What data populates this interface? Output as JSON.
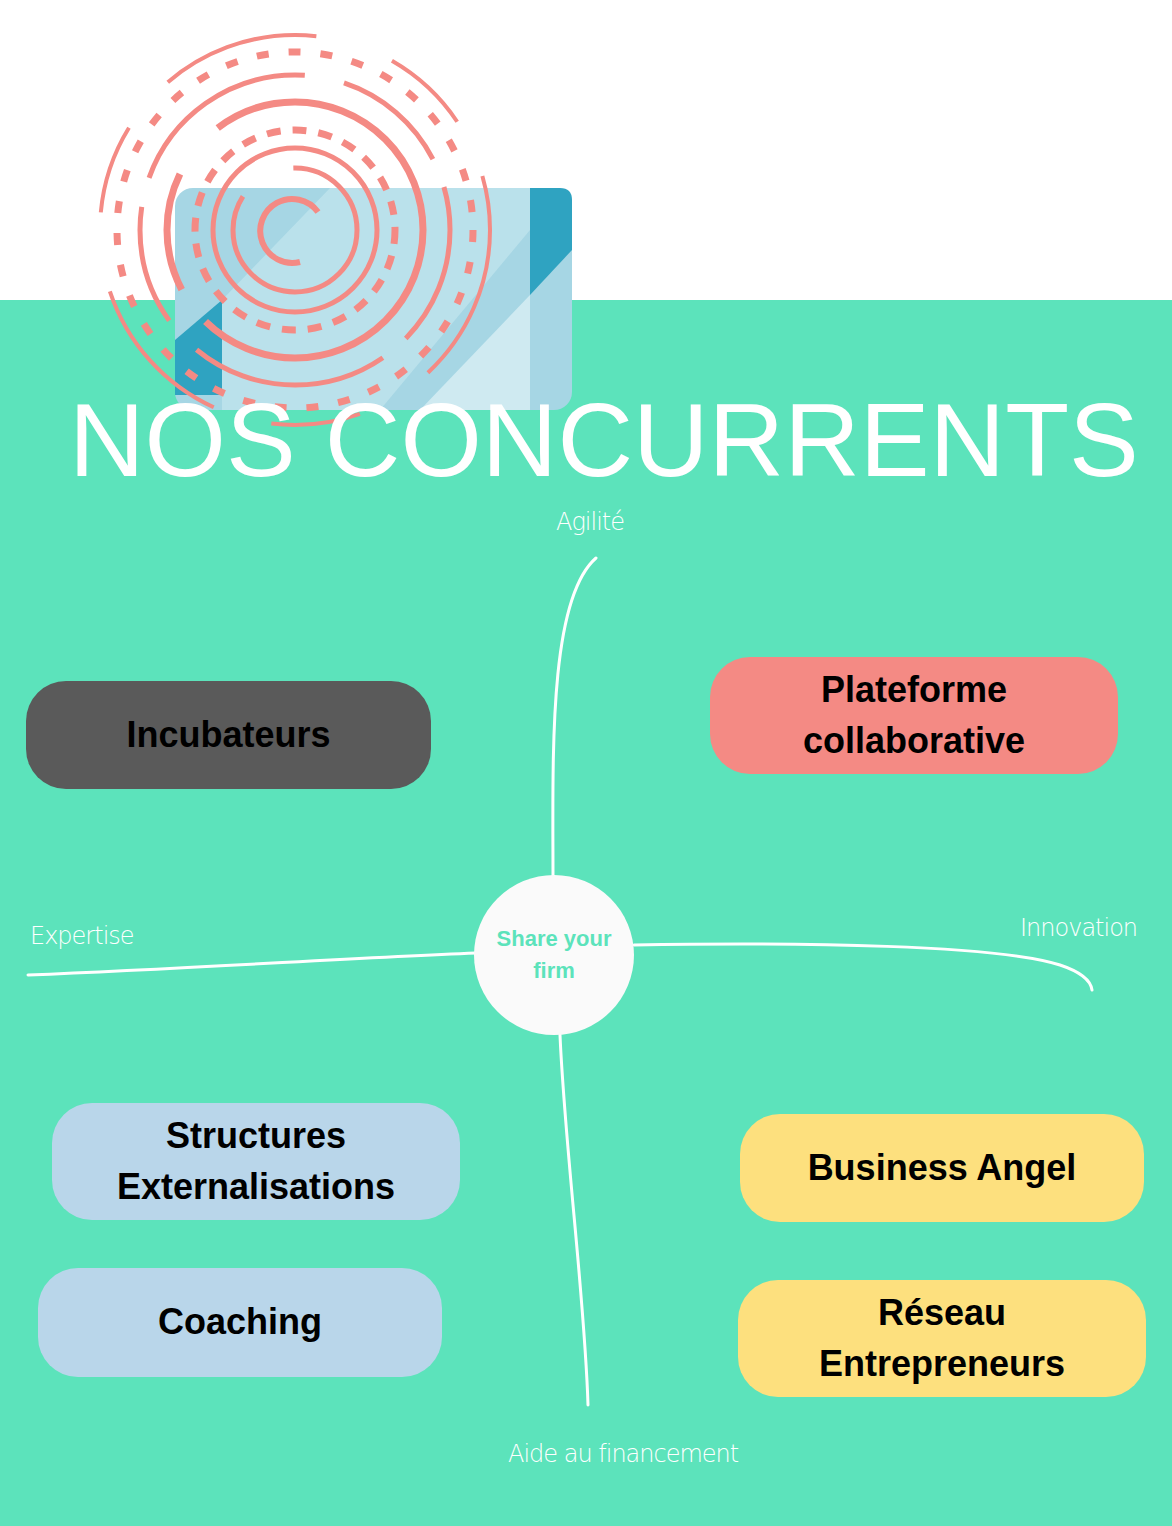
{
  "diagram": {
    "title": "NOS CONCURRENTS",
    "nodes": [
      {
        "text": [
          "Incubateurs"
        ]
      },
      {
        "text": [
          "Plateforme collaborative"
        ]
      },
      {
        "text": [
          "Share your firm"
        ]
      },
      {
        "text": [
          "Structures Externalisations"
        ]
      },
      {
        "text": [
          "Business Angel"
        ]
      },
      {
        "text": [
          "Coaching"
        ]
      },
      {
        "text": [
          "Réseau Entrepreneurs"
        ]
      }
    ],
    "labels": [
      "Agilité",
      "Expertise",
      "Innovation",
      "Aide au financement"
    ]
  }
}
